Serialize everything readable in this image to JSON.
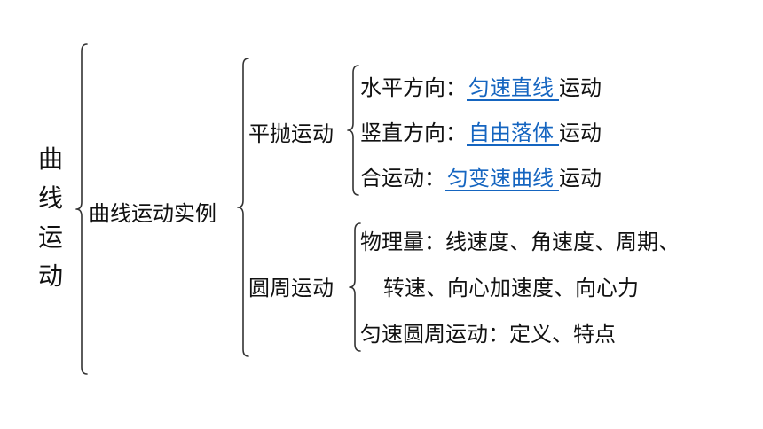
{
  "root": {
    "chars": [
      "曲",
      "线",
      "运",
      "动"
    ]
  },
  "level1": {
    "label": "曲线运动实例"
  },
  "projectile": {
    "label": "平抛运动",
    "rows": [
      {
        "prefix": "水平方向：",
        "blank": "匀速直线",
        "suffix": "运动"
      },
      {
        "prefix": "竖直方向：",
        "blank": "自由落体",
        "suffix": "运动"
      },
      {
        "prefix": "合运动：",
        "blank": "匀变速曲线",
        "suffix": "运动"
      }
    ]
  },
  "circular": {
    "label": "圆周运动",
    "quantities_line1": "物理量：线速度、角速度、周期、",
    "quantities_line2": "转速、向心加速度、向心力",
    "uniform": "匀速圆周运动：定义、特点"
  },
  "colors": {
    "answer": "#1565c0",
    "text": "#111111",
    "brace": "#333333"
  }
}
